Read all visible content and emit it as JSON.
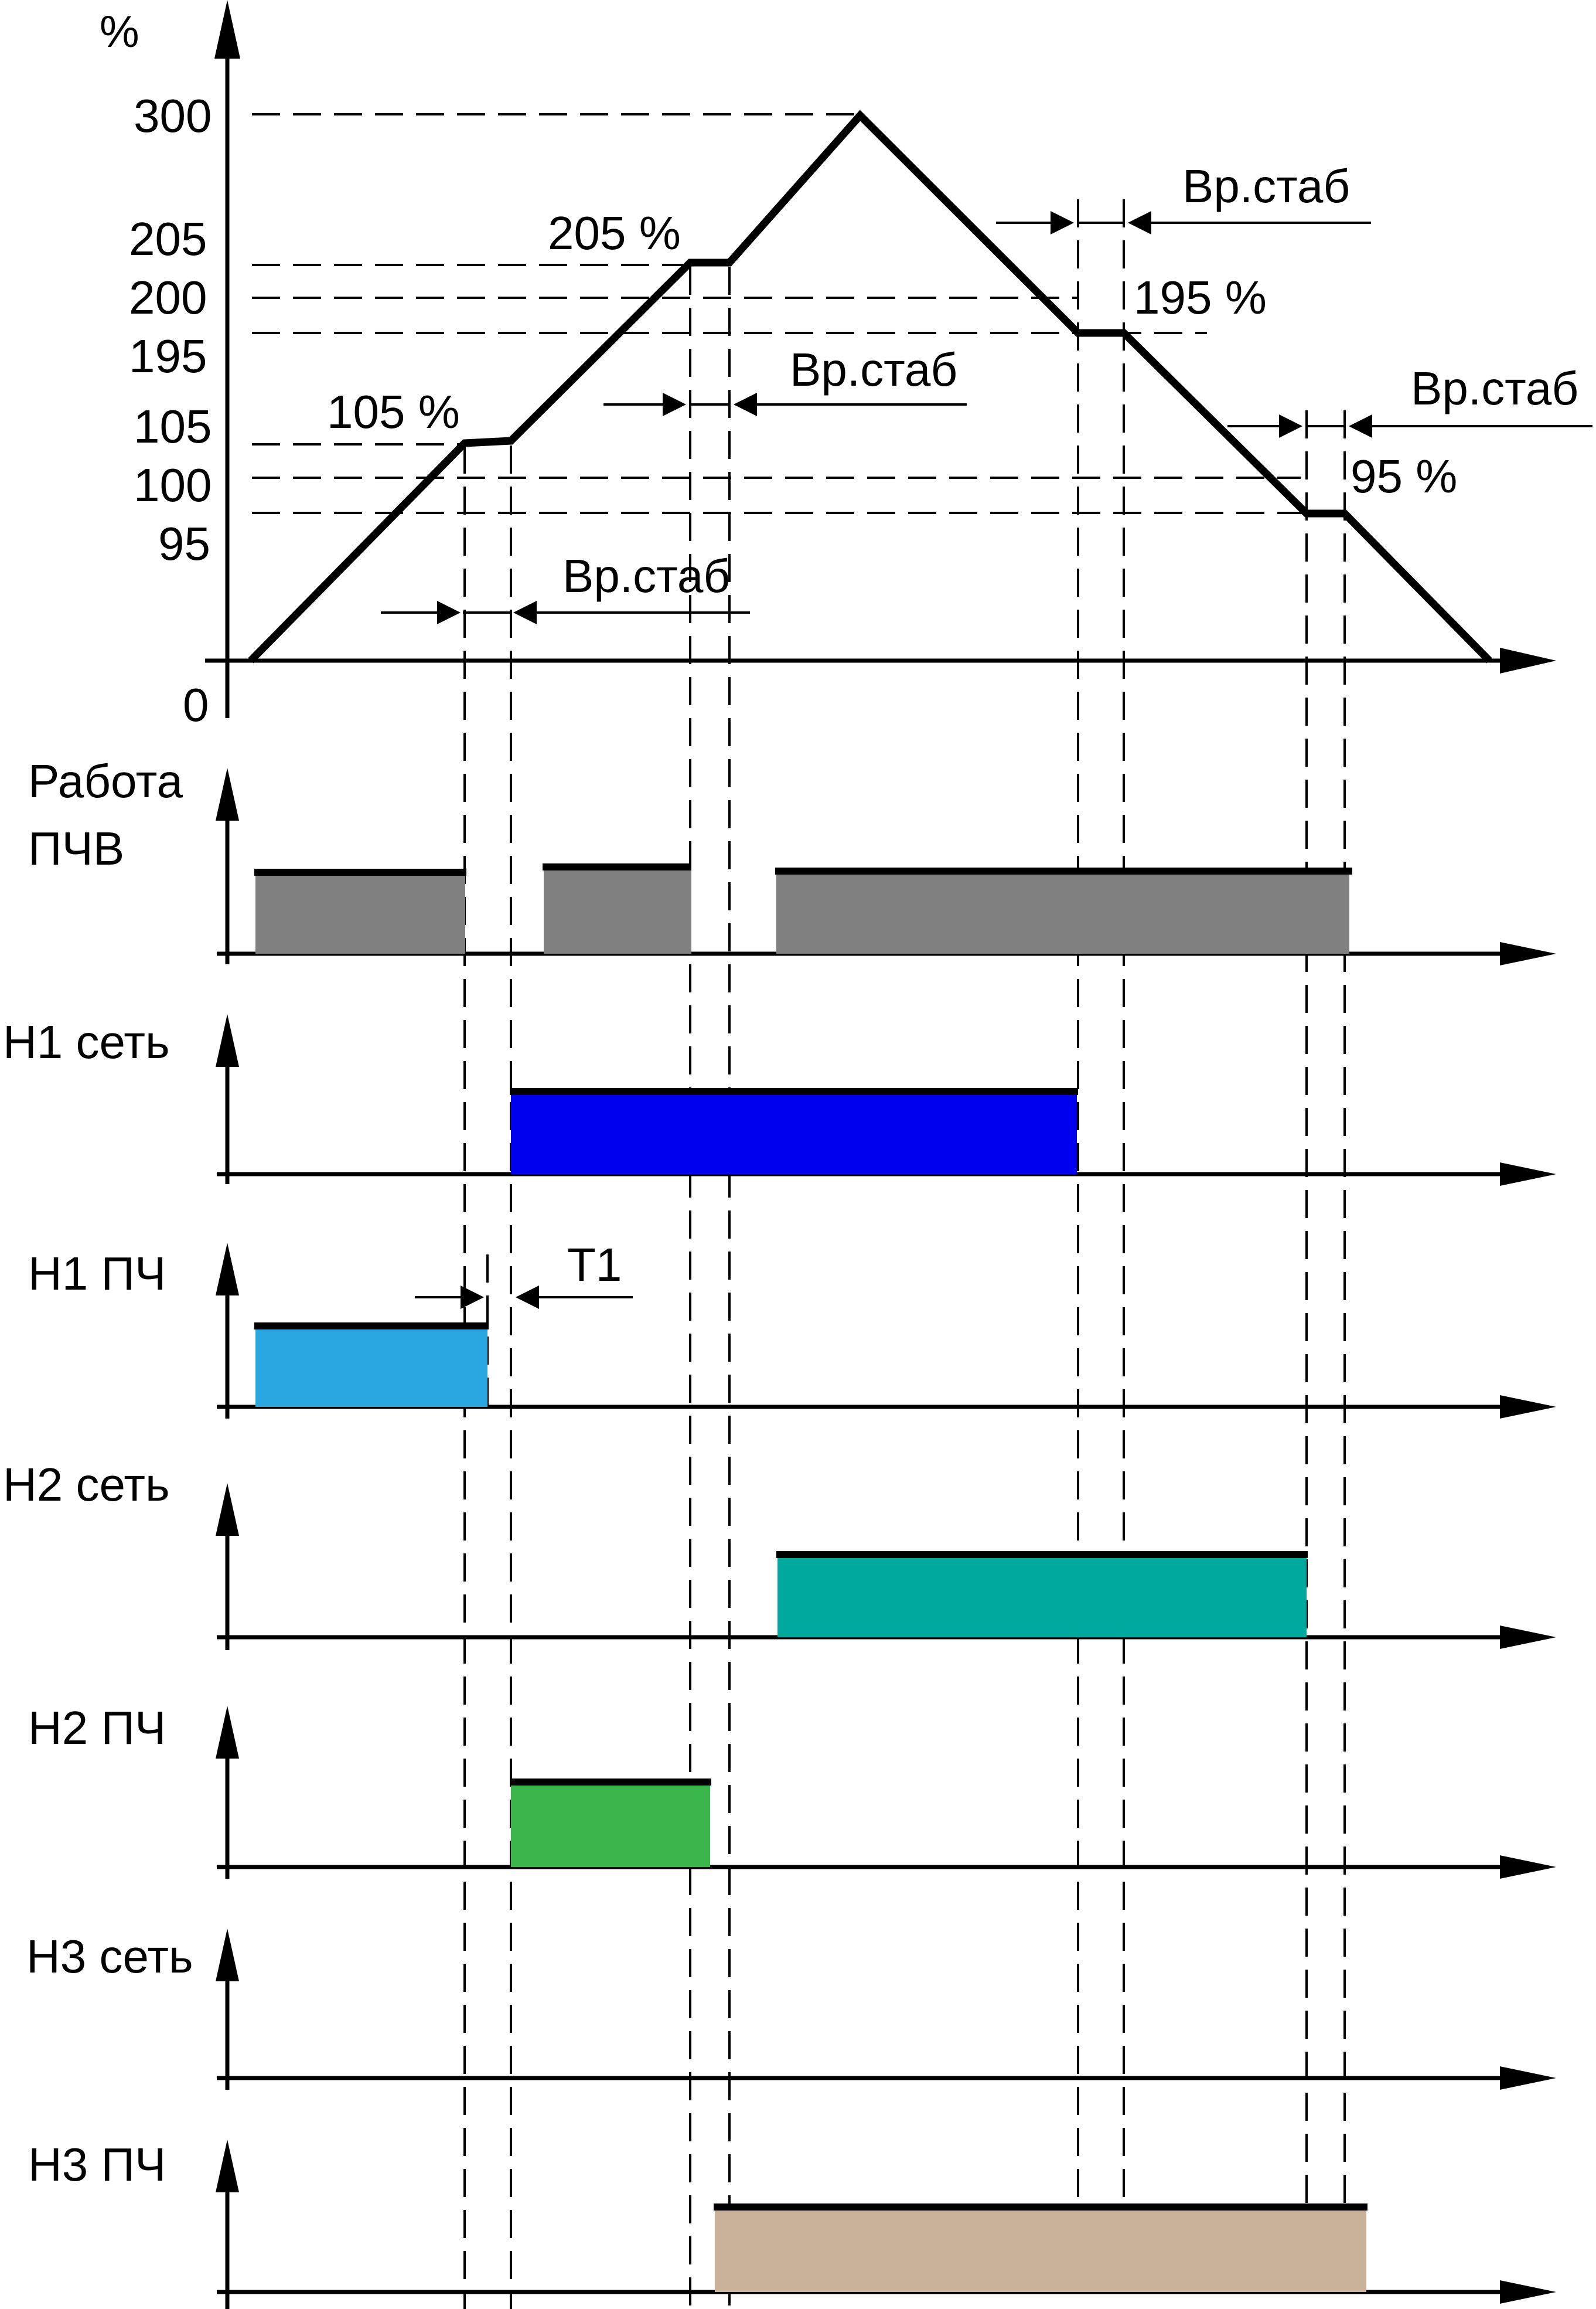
{
  "chart": {
    "y_unit": "%",
    "y_ticks": [
      "300",
      "205",
      "200",
      "195",
      "105",
      "100",
      "95",
      "0"
    ],
    "annotations": {
      "a105": "105 %",
      "a205": "205 %",
      "a195": "195 %",
      "a95": "95 %"
    },
    "stab_label": "Вр.стаб",
    "t1_label": "T1"
  },
  "channels": [
    {
      "id": "pchv",
      "label_lines": [
        "Работа",
        "ПЧВ"
      ],
      "color": "#808080"
    },
    {
      "id": "n1-net",
      "label_lines": [
        "Н1 сеть"
      ],
      "color": "#0000ee"
    },
    {
      "id": "n1-pch",
      "label_lines": [
        "Н1 ПЧ"
      ],
      "color": "#29a8e0"
    },
    {
      "id": "n2-net",
      "label_lines": [
        "Н2 сеть"
      ],
      "color": "#00a99d"
    },
    {
      "id": "n2-pch",
      "label_lines": [
        "Н2 ПЧ"
      ],
      "color": "#39b54a"
    },
    {
      "id": "n3-net",
      "label_lines": [
        "Н3 сеть"
      ],
      "color": "#000000"
    },
    {
      "id": "n3-pch",
      "label_lines": [
        "Н3 ПЧ"
      ],
      "color": "#c8b29a"
    }
  ]
}
